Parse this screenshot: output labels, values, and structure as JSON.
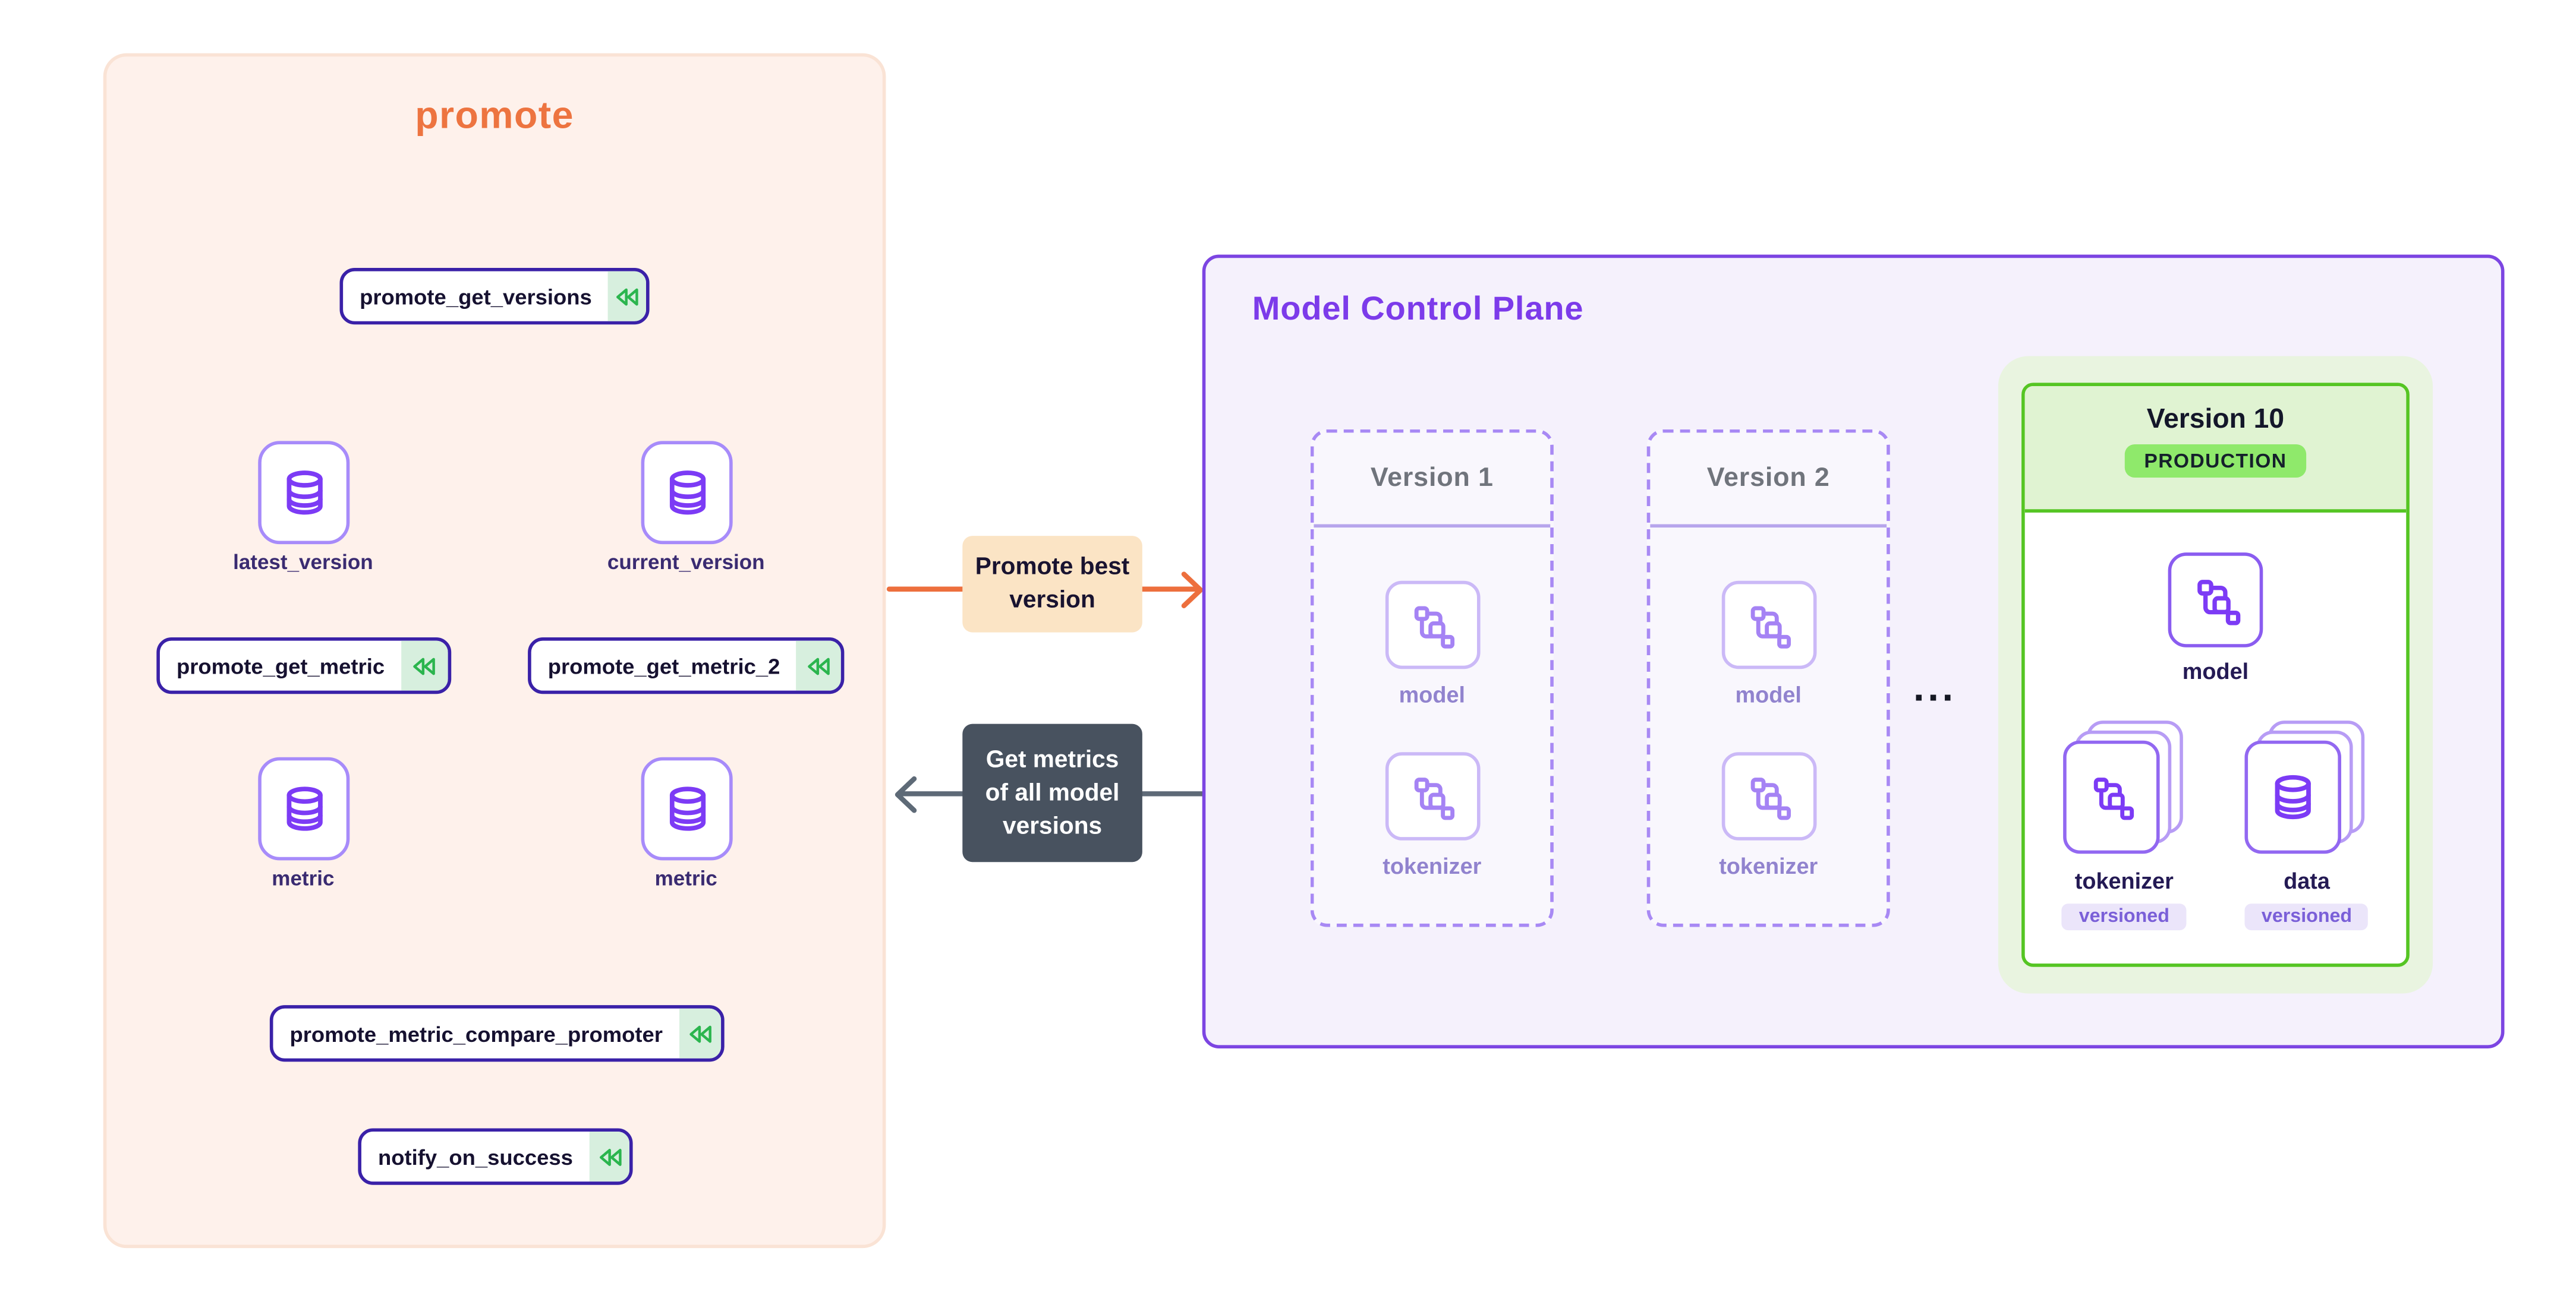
{
  "promote_workflow": {
    "title": "promote",
    "nodes": {
      "get_versions": "promote_get_versions",
      "get_metric": "promote_get_metric",
      "get_metric_2": "promote_get_metric_2",
      "compare": "promote_metric_compare_promoter",
      "notify": "notify_on_success"
    },
    "artifacts": {
      "latest_version": "latest_version",
      "current_version": "current_version",
      "metric_left": "metric",
      "metric_right": "metric"
    },
    "colors": {
      "panel_bg": "#FEF1EB",
      "panel_border": "#FAE3D5",
      "title": "#ED7440",
      "node_border": "#3A21A8",
      "rewind_green": "#2BB54E",
      "rewind_bg": "#D7EFDE",
      "artifact_border": "#A78BFA",
      "artifact_icon": "#7C3BF5",
      "connector": "#C9CED6"
    }
  },
  "flows": {
    "promote_best": {
      "label": "Promote best version",
      "bg": "#FBE4C5",
      "arrow_color": "#ED6F3D"
    },
    "get_metrics": {
      "label": "Get metrics of all model versions",
      "bg": "#48525F",
      "arrow_color": "#5E6A77"
    }
  },
  "mcp": {
    "title": "Model Control Plane",
    "title_color": "#7C3BEA",
    "panel_bg": "#F5F1FC",
    "panel_border": "#7C45E2",
    "ellipsis": "...",
    "versions": [
      {
        "title": "Version 1",
        "components": [
          {
            "label": "model",
            "icon": "schema-icon"
          },
          {
            "label": "tokenizer",
            "icon": "schema-icon"
          }
        ]
      },
      {
        "title": "Version 2",
        "components": [
          {
            "label": "model",
            "icon": "schema-icon"
          },
          {
            "label": "tokenizer",
            "icon": "schema-icon"
          }
        ]
      }
    ],
    "production_version": {
      "title": "Version 10",
      "badge": "PRODUCTION",
      "badge_bg": "#8FE96B",
      "border_green": "#55C523",
      "header_bg": "#E0F3D2",
      "glow_bg": "#E9F4E0",
      "model_label": "model",
      "stacks": [
        {
          "label": "tokenizer",
          "icon": "schema-icon",
          "badge": "versioned"
        },
        {
          "label": "data",
          "icon": "database-icon",
          "badge": "versioned"
        }
      ]
    }
  }
}
